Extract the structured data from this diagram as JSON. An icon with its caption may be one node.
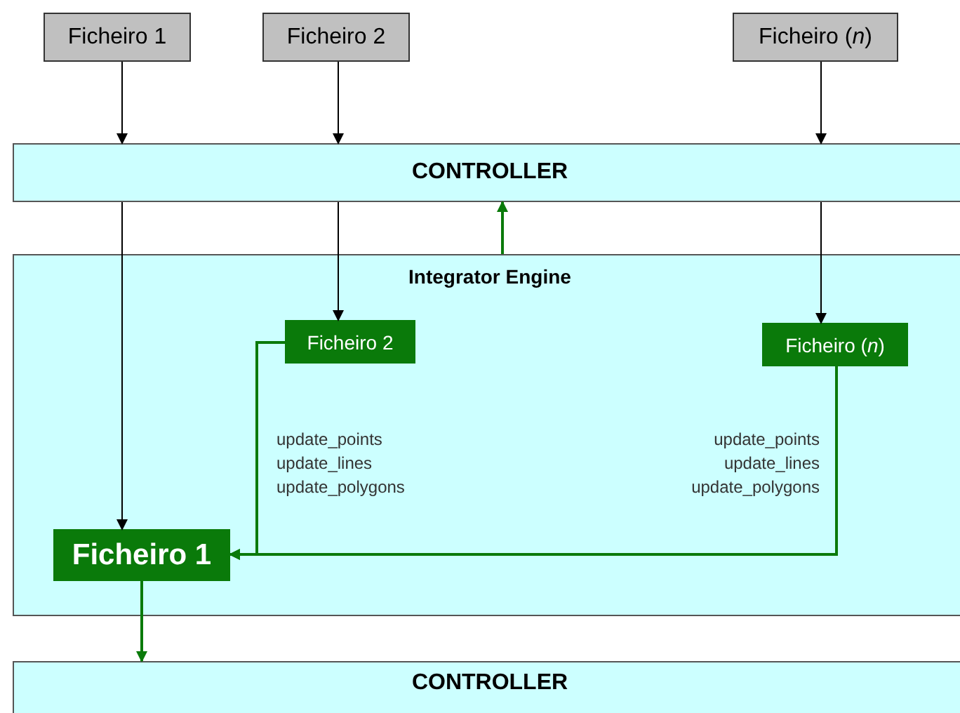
{
  "diagram": {
    "nodes": [
      {
        "text": [
          "Ficheiro 1"
        ]
      },
      {
        "text": [
          "Ficheiro 2"
        ]
      },
      {
        "text": [
          "Ficheiro (*n*)"
        ]
      },
      {
        "text": [
          "CONTROLLER"
        ]
      },
      {
        "text": [
          "Integrator Engine"
        ]
      },
      {
        "text": [
          "Ficheiro 2"
        ],
        "in": 4
      },
      {
        "text": [
          "Ficheiro (*n*)"
        ],
        "in": 4
      },
      {
        "text": [
          "Ficheiro 1"
        ],
        "in": 4
      },
      {
        "text": [
          "CONTROLLER"
        ]
      }
    ],
    "edges": [
      {
        "from": 0,
        "to": 3,
        "arrow": "to"
      },
      {
        "from": 1,
        "to": 3,
        "arrow": "to"
      },
      {
        "from": 2,
        "to": 3,
        "arrow": "to"
      },
      {
        "from": 3,
        "to": 7,
        "arrow": "to"
      },
      {
        "from": 3,
        "to": 5,
        "arrow": "to"
      },
      {
        "from": 3,
        "to": 6,
        "arrow": "to"
      },
      {
        "from": 4,
        "to": 3,
        "arrow": "to",
        "color": "#0a7a0a"
      },
      {
        "from": 5,
        "to": 7,
        "arrow": "to",
        "label": "update_points update_lines update_polygons",
        "color": "#0a7a0a"
      },
      {
        "from": 6,
        "to": 7,
        "arrow": "to",
        "label": "update_points update_lines update_polygons",
        "color": "#0a7a0a"
      },
      {
        "from": 7,
        "to": 8,
        "arrow": "to",
        "color": "#0a7a0a"
      }
    ]
  }
}
